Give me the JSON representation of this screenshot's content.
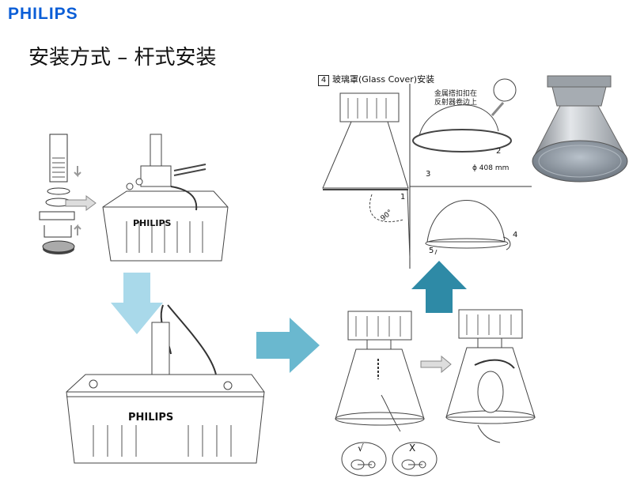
{
  "header": {
    "logo_text": "PHILIPS",
    "title": "安装方式 – 杆式安装"
  },
  "diagram": {
    "top_left_brand": "PHILIPS",
    "bottom_left_brand": "PHILIPS",
    "glass_cover": {
      "step_number": "4",
      "step_title": "玻璃罩(Glass Cover)安装",
      "note_line1": "金属搭扣扣在",
      "note_line2": "反射器卷边上",
      "diameter": "ϕ 408 mm",
      "angle": "90°",
      "labels": [
        "1",
        "2",
        "3",
        "4",
        "5"
      ]
    },
    "lamp_check": {
      "correct": "√",
      "wrong": "X"
    }
  },
  "colors": {
    "brand_blue": "#0b5ed7",
    "arrow_light": "#a9d9ea",
    "arrow_mid": "#6ab8cf",
    "arrow_teal": "#2e8aa6",
    "arrow_gray": "#8a8a8a"
  }
}
